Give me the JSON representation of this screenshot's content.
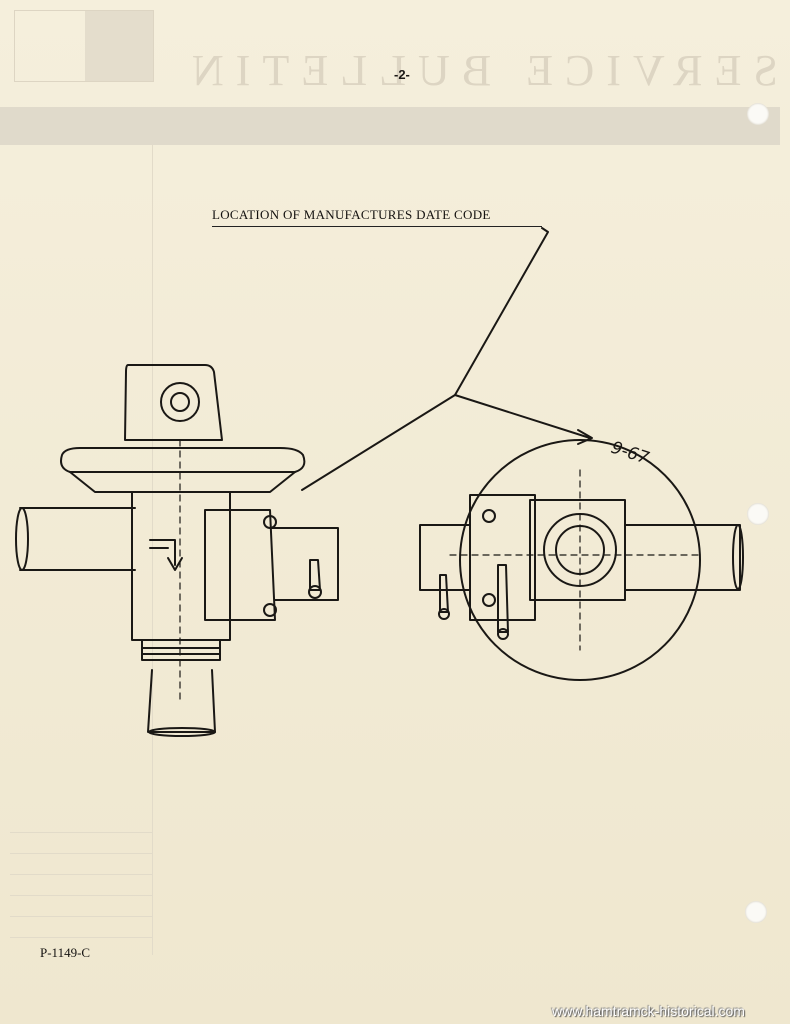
{
  "page": {
    "page_number": "-2-",
    "caption": "LOCATION OF MANUFACTURES DATE CODE",
    "form_number": "P-1149-C"
  },
  "drawing": {
    "handwritten_code": "9-67"
  },
  "watermark": {
    "text": "www.hamtramck-historical.com"
  },
  "colors": {
    "paper": "#f3ecd6",
    "ink": "#1c1a17"
  }
}
